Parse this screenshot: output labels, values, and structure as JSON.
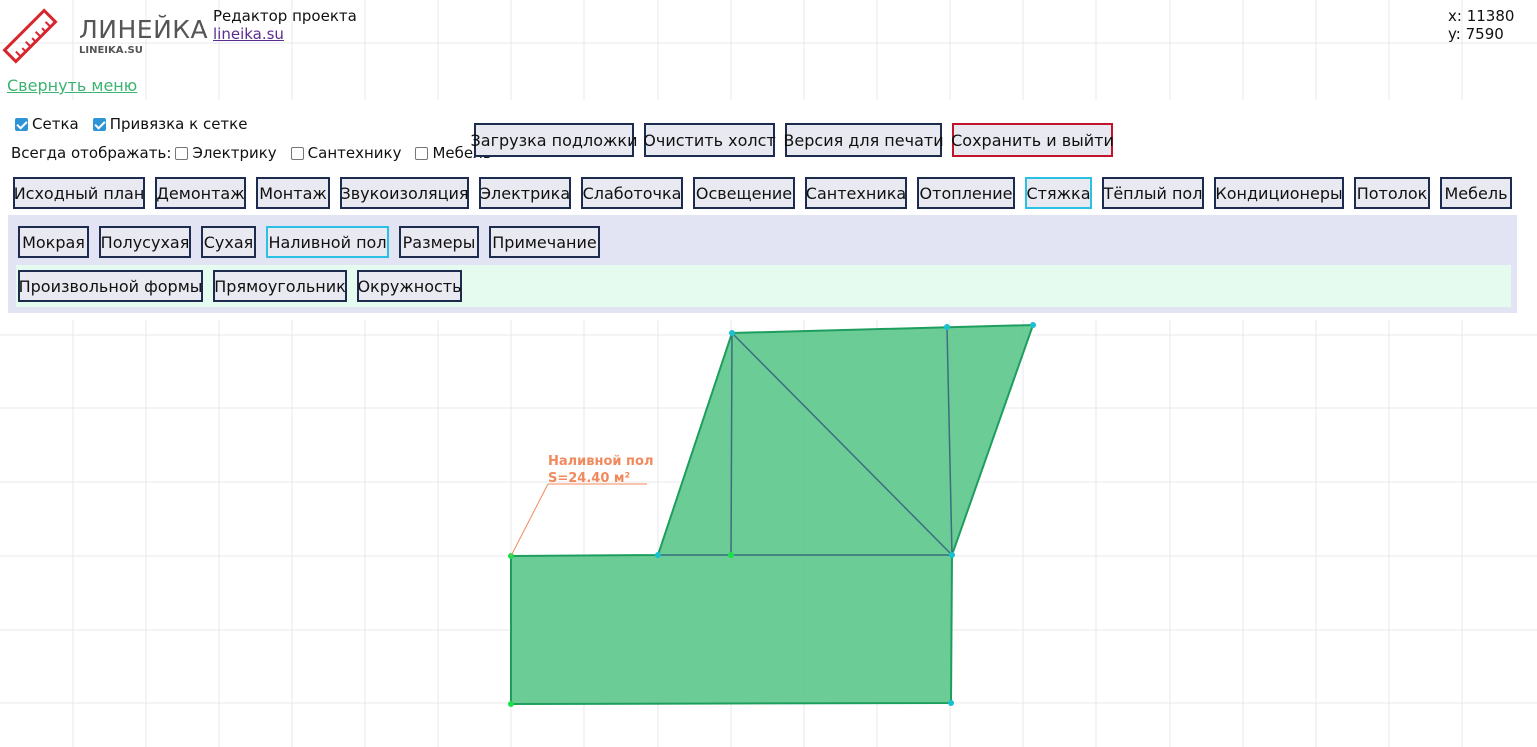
{
  "brand": {
    "name": "ЛИНЕЙКА",
    "sub": "LINEIKA.SU"
  },
  "editor": {
    "title": "Редактор проекта",
    "link": "lineika.su"
  },
  "coords": {
    "x": "x: 11380",
    "y": "y: 7590"
  },
  "collapse_menu": "Свернуть меню",
  "options": {
    "grid": {
      "label": "Сетка",
      "checked": true
    },
    "snap": {
      "label": "Привязка к сетке",
      "checked": true
    },
    "always_show_label": "Всегда отображать:",
    "electric": {
      "label": "Электрику",
      "checked": false
    },
    "plumbing": {
      "label": "Сантехнику",
      "checked": false
    },
    "furniture": {
      "label": "Мебель",
      "checked": false
    }
  },
  "actions": {
    "upload": "Загрузка подложки",
    "clear": "Очистить холст",
    "print": "Версия для печати",
    "save": "Сохранить и выйти"
  },
  "tabs": [
    "Исходный план",
    "Демонтаж",
    "Монтаж",
    "Звукоизоляция",
    "Электрика",
    "Слаботочка",
    "Освещение",
    "Сантехника",
    "Отопление",
    "Стяжка",
    "Тёплый пол",
    "Кондиционеры",
    "Потолок",
    "Мебель"
  ],
  "active_tab": "Стяжка",
  "subtabs": [
    "Мокрая",
    "Полусухая",
    "Сухая",
    "Наливной пол",
    "Размеры",
    "Примечание"
  ],
  "active_subtab": "Наливной пол",
  "shapes": [
    "Произвольной формы",
    "Прямоугольник",
    "Окружность"
  ],
  "drawing": {
    "fill_color": "#5cc68a",
    "stroke_color": "#1e9e5e",
    "inner_line_color": "#3a6e80",
    "label_color": "#f08a5d",
    "label_title": "Наливной пол",
    "label_area": "S=24.40 м²"
  }
}
